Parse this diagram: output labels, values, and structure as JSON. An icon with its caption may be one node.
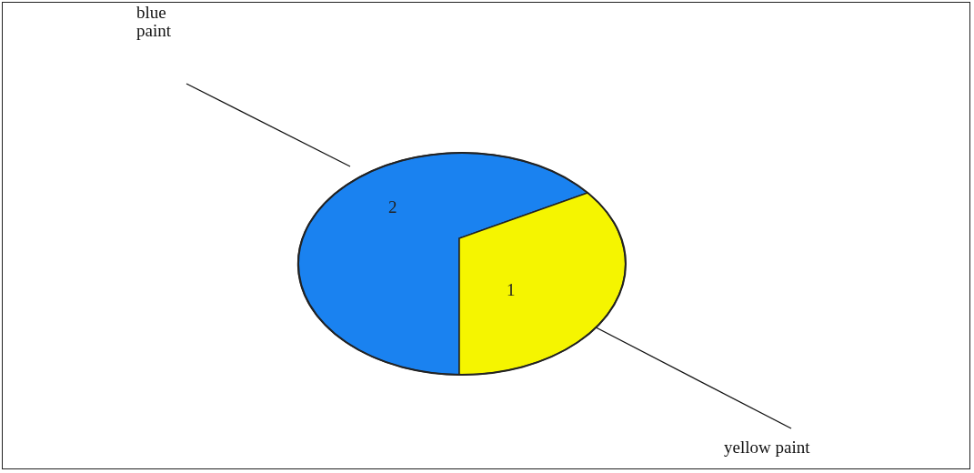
{
  "diagram": {
    "nodes": [
      {
        "text": [
          "blue paint"
        ]
      },
      {
        "text": [
          "2"
        ]
      },
      {
        "text": [
          "1"
        ]
      },
      {
        "text": [
          "yellow paint"
        ]
      }
    ],
    "edges": [
      {
        "from": 0,
        "to": 1,
        "arrow": "none"
      },
      {
        "from": 3,
        "to": 2,
        "arrow": "none"
      }
    ]
  }
}
